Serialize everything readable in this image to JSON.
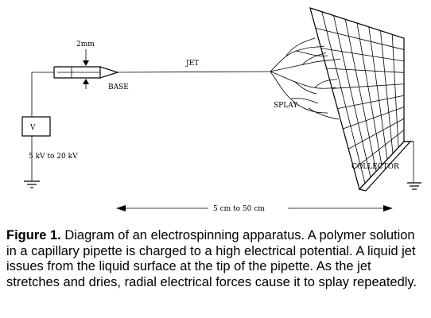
{
  "diagram": {
    "labels": {
      "gap": "2mm",
      "base": "BASE",
      "jet": "JET",
      "splay": "SPLAY",
      "voltage_source": "V",
      "voltage_range": "5 kV to 20 kV",
      "collector": "COLLECTOR",
      "distance": "5 cm to 50 cm"
    }
  },
  "caption": {
    "lead": "Figure 1.",
    "text": " Diagram of an electrospinning apparatus. A polymer solution in a capillary pipette is charged to a high electrical potential. A liquid jet issues from the liquid surface at the tip of the pipette. As the jet stretches and dries, radial electrical forces cause it to splay repeatedly."
  }
}
